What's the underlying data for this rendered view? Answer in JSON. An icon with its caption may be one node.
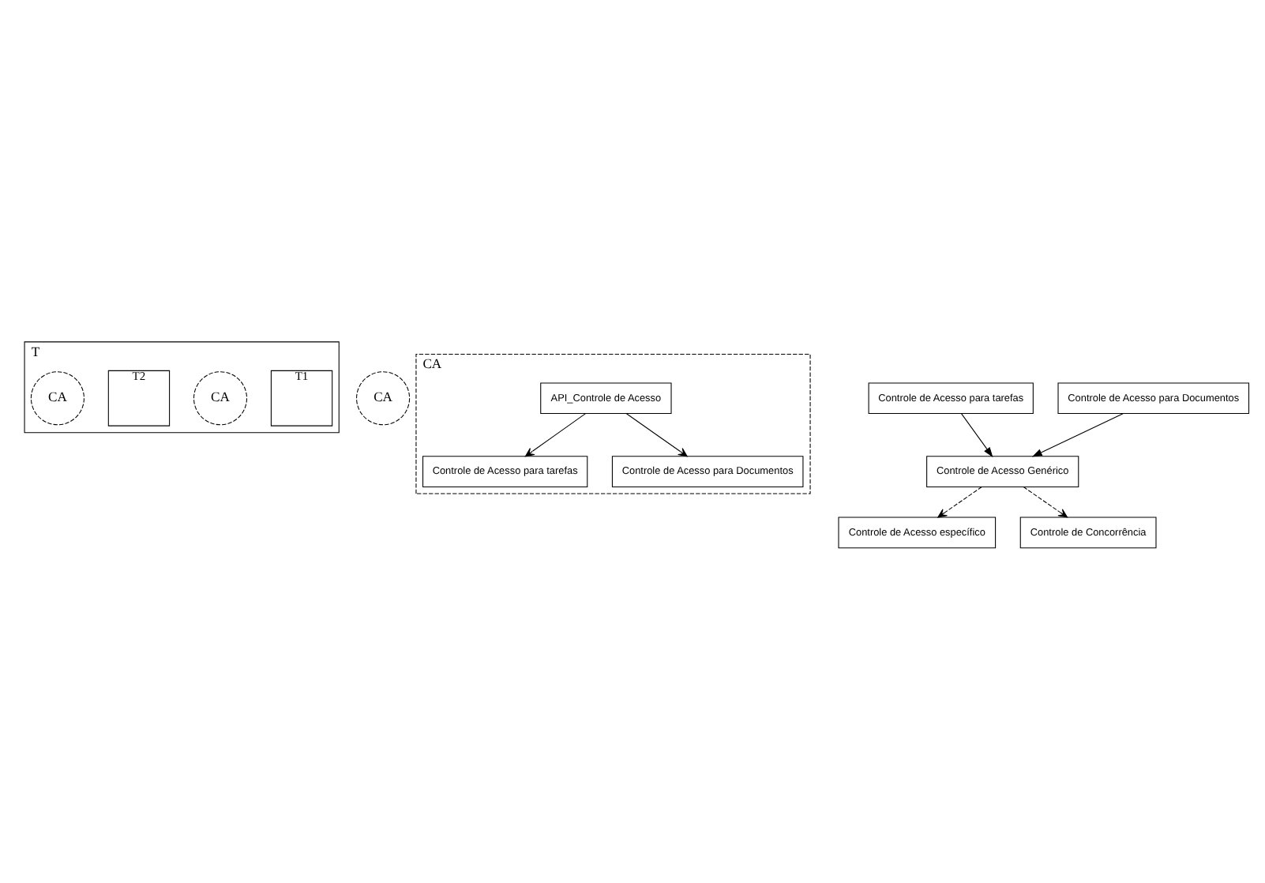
{
  "diagram": {
    "nodes": [
      {
        "text": [
          "T"
        ]
      },
      {
        "text": [
          "T1"
        ],
        "in": 0
      },
      {
        "text": [
          "CA"
        ],
        "in": 0
      },
      {
        "text": [
          "T2"
        ],
        "in": 0
      },
      {
        "text": [
          "CA"
        ],
        "in": 0
      },
      {
        "text": [
          "CA"
        ]
      },
      {
        "text": [
          "CA"
        ]
      },
      {
        "text": [
          "API_Controle de Acesso"
        ],
        "in": 6
      },
      {
        "text": [
          "Controle de Acesso para tarefas"
        ],
        "in": 6
      },
      {
        "text": [
          "Controle de Acesso para Documentos"
        ],
        "in": 6
      },
      {
        "text": [
          "Controle de Acesso específico"
        ]
      },
      {
        "text": [
          "Controle de Concorrência"
        ]
      },
      {
        "text": [
          "Controle de Acesso Genérico"
        ]
      },
      {
        "text": [
          "Controle de Acesso para tarefas"
        ]
      },
      {
        "text": [
          "Controle de Acesso para Documentos"
        ]
      }
    ],
    "edges": [
      {
        "from": 7,
        "to": 8,
        "arrow": "to"
      },
      {
        "from": 7,
        "to": 9,
        "arrow": "to"
      },
      {
        "from": 12,
        "to": 10,
        "arrow": "to",
        "style": "dashed"
      },
      {
        "from": 12,
        "to": 11,
        "arrow": "to",
        "style": "dashed"
      },
      {
        "from": 13,
        "to": 12,
        "arrow": "to"
      },
      {
        "from": 14,
        "to": 12,
        "arrow": "to"
      }
    ]
  }
}
